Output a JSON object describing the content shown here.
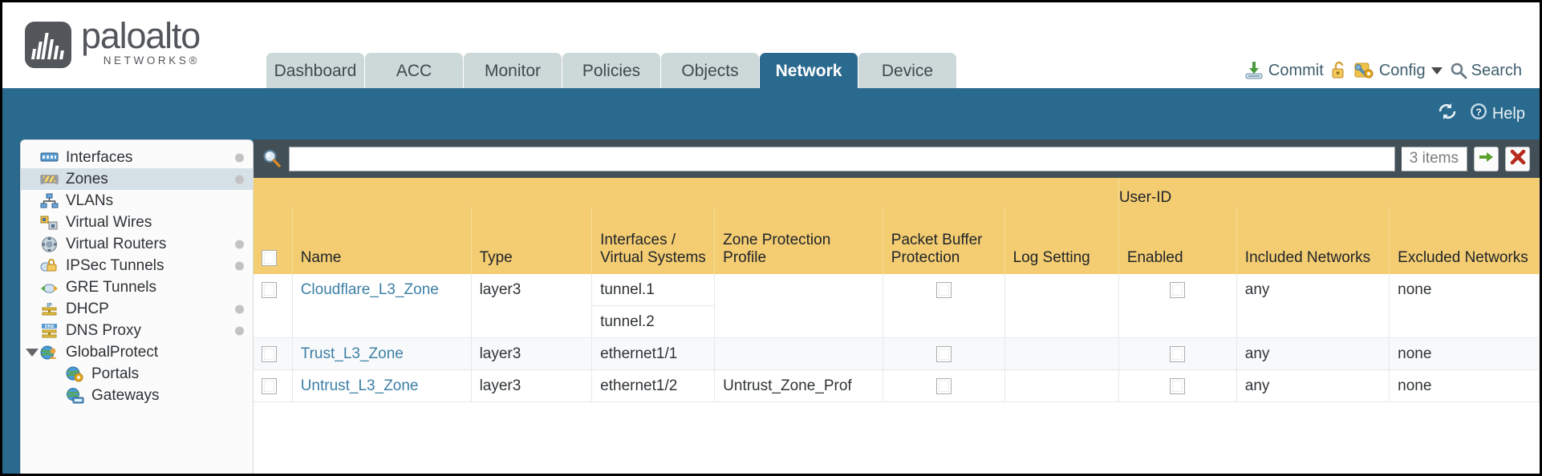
{
  "brand": {
    "wordmark": "paloalto",
    "subwordmark": "NETWORKS®"
  },
  "nav": {
    "tabs": [
      {
        "label": "Dashboard",
        "active": false
      },
      {
        "label": "ACC",
        "active": false
      },
      {
        "label": "Monitor",
        "active": false
      },
      {
        "label": "Policies",
        "active": false
      },
      {
        "label": "Objects",
        "active": false
      },
      {
        "label": "Network",
        "active": true
      },
      {
        "label": "Device",
        "active": false
      }
    ]
  },
  "toolbar": {
    "commit_label": "Commit",
    "config_label": "Config",
    "search_label": "Search",
    "lock_icon": "unlocked-padlock-icon"
  },
  "blueband": {
    "refresh_icon": "refresh-icon",
    "help_label": "Help"
  },
  "sidebar": {
    "items": [
      {
        "label": "Interfaces",
        "icon": "interfaces-icon",
        "dot": true,
        "selected": false,
        "child": false
      },
      {
        "label": "Zones",
        "icon": "zones-icon",
        "dot": true,
        "selected": true,
        "child": false
      },
      {
        "label": "VLANs",
        "icon": "vlans-icon",
        "dot": false,
        "selected": false,
        "child": false
      },
      {
        "label": "Virtual Wires",
        "icon": "virtual-wires-icon",
        "dot": false,
        "selected": false,
        "child": false
      },
      {
        "label": "Virtual Routers",
        "icon": "virtual-routers-icon",
        "dot": true,
        "selected": false,
        "child": false
      },
      {
        "label": "IPSec Tunnels",
        "icon": "ipsec-tunnels-icon",
        "dot": true,
        "selected": false,
        "child": false
      },
      {
        "label": "GRE Tunnels",
        "icon": "gre-tunnels-icon",
        "dot": false,
        "selected": false,
        "child": false
      },
      {
        "label": "DHCP",
        "icon": "dhcp-icon",
        "dot": true,
        "selected": false,
        "child": false
      },
      {
        "label": "DNS Proxy",
        "icon": "dns-proxy-icon",
        "dot": true,
        "selected": false,
        "child": false
      },
      {
        "label": "GlobalProtect",
        "icon": "globalprotect-icon",
        "dot": false,
        "selected": false,
        "child": false,
        "expandable": true,
        "expanded": true
      },
      {
        "label": "Portals",
        "icon": "portals-icon",
        "dot": false,
        "selected": false,
        "child": true
      },
      {
        "label": "Gateways",
        "icon": "gateways-icon",
        "dot": false,
        "selected": false,
        "child": true
      }
    ]
  },
  "filterbar": {
    "search_value": "",
    "search_placeholder": "",
    "items_count": "3 items",
    "apply_icon": "green-arrow-apply-filter-icon",
    "clear_icon": "red-x-clear-filter-icon"
  },
  "table": {
    "group_header": "User-ID",
    "columns": [
      "Name",
      "Type",
      "Interfaces / Virtual Systems",
      "Zone Protection Profile",
      "Packet Buffer Protection",
      "Log Setting",
      "Enabled",
      "Included Networks",
      "Excluded Networks"
    ],
    "rows": [
      {
        "checked": false,
        "name": "Cloudflare_L3_Zone",
        "type": "layer3",
        "interfaces": [
          "tunnel.1",
          "tunnel.2"
        ],
        "zone_protection_profile": "",
        "packet_buffer_protection": false,
        "log_setting": "",
        "userid_enabled": false,
        "included_networks": "any",
        "excluded_networks": "none"
      },
      {
        "checked": false,
        "name": "Trust_L3_Zone",
        "type": "layer3",
        "interfaces": [
          "ethernet1/1"
        ],
        "zone_protection_profile": "",
        "packet_buffer_protection": false,
        "log_setting": "",
        "userid_enabled": false,
        "included_networks": "any",
        "excluded_networks": "none"
      },
      {
        "checked": false,
        "name": "Untrust_L3_Zone",
        "type": "layer3",
        "interfaces": [
          "ethernet1/2"
        ],
        "zone_protection_profile": "Untrust_Zone_Prof",
        "packet_buffer_protection": false,
        "log_setting": "",
        "userid_enabled": false,
        "included_networks": "any",
        "excluded_networks": "none"
      }
    ]
  },
  "colors": {
    "brand_blue": "#2b6a8f",
    "header_amber": "#f4cd72",
    "group_amber": "#e8b948",
    "link_blue": "#3d7fa6",
    "tab_inactive": "#cdd8d8"
  }
}
